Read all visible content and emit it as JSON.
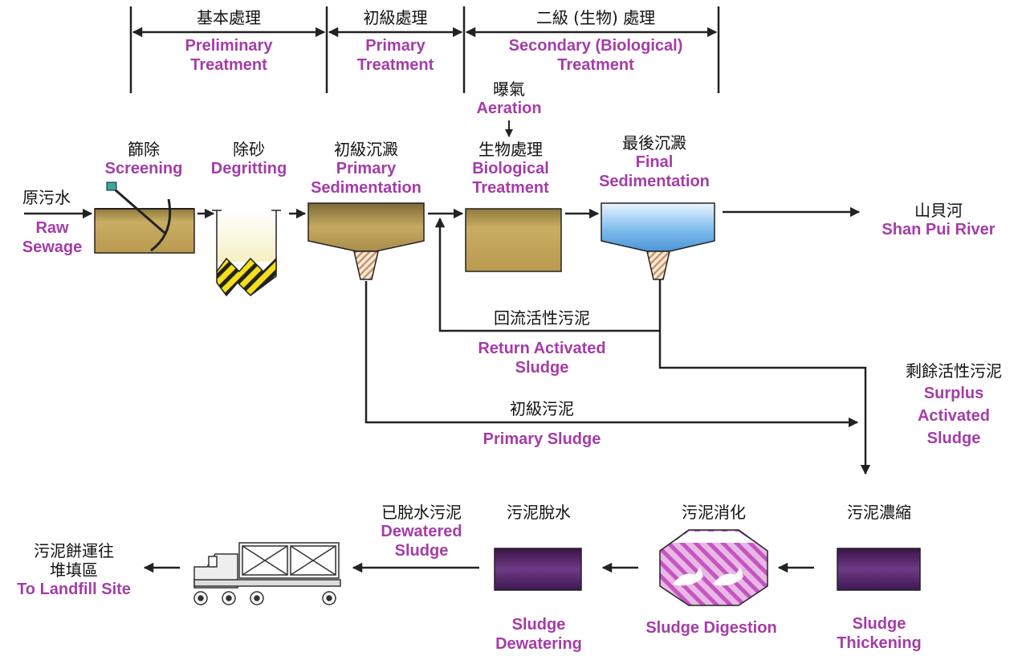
{
  "phases": {
    "preliminary": {
      "cn": "基本處理",
      "en1": "Preliminary",
      "en2": "Treatment"
    },
    "primary": {
      "cn": "初級處理",
      "en1": "Primary",
      "en2": "Treatment"
    },
    "secondary": {
      "cn": "二級 (生物) 處理",
      "en1": "Secondary (Biological)",
      "en2": "Treatment"
    }
  },
  "inputs": {
    "raw_sewage": {
      "cn": "原污水",
      "en1": "Raw",
      "en2": "Sewage"
    },
    "aeration": {
      "cn": "曝氣",
      "en": "Aeration"
    }
  },
  "stages": {
    "screening": {
      "cn": "篩除",
      "en": "Screening"
    },
    "degritting": {
      "cn": "除砂",
      "en": "Degritting"
    },
    "primary_sedimentation": {
      "cn": "初級沉澱",
      "en1": "Primary",
      "en2": "Sedimentation"
    },
    "biological_treatment": {
      "cn": "生物處理",
      "en1": "Biological",
      "en2": "Treatment"
    },
    "final_sedimentation": {
      "cn": "最後沉澱",
      "en1": "Final",
      "en2": "Sedimentation"
    }
  },
  "outlet": {
    "cn": "山貝河",
    "en": "Shan Pui River"
  },
  "flows": {
    "return_activated_sludge": {
      "cn": "回流活性污泥",
      "en1": "Return Activated",
      "en2": "Sludge"
    },
    "primary_sludge": {
      "cn": "初級污泥",
      "en": "Primary Sludge"
    },
    "surplus_activated_sludge": {
      "cn": "剩餘活性污泥",
      "en1": "Surplus",
      "en2": "Activated",
      "en3": "Sludge"
    }
  },
  "sludge_stages": {
    "thickening": {
      "cn": "污泥濃縮",
      "en1": "Sludge",
      "en2": "Thickening"
    },
    "digestion": {
      "cn": "污泥消化",
      "en": "Sludge Digestion"
    },
    "dewatering": {
      "cn": "污泥脫水",
      "en1": "Sludge",
      "en2": "Dewatering"
    },
    "dewatered_sludge": {
      "cn": "已脫水污泥",
      "en1": "Dewatered",
      "en2": "Sludge"
    },
    "landfill": {
      "cn1": "污泥餅運往",
      "cn2": "堆填區",
      "en": "To Landfill Site"
    }
  },
  "colors": {
    "english_text": "#a43ca8",
    "chinese_text": "#111111",
    "sludge_tank": "#5b2a6e",
    "sewage_tank": "#bfa35a",
    "clarified_water": "#66aee8",
    "line": "#222222"
  }
}
